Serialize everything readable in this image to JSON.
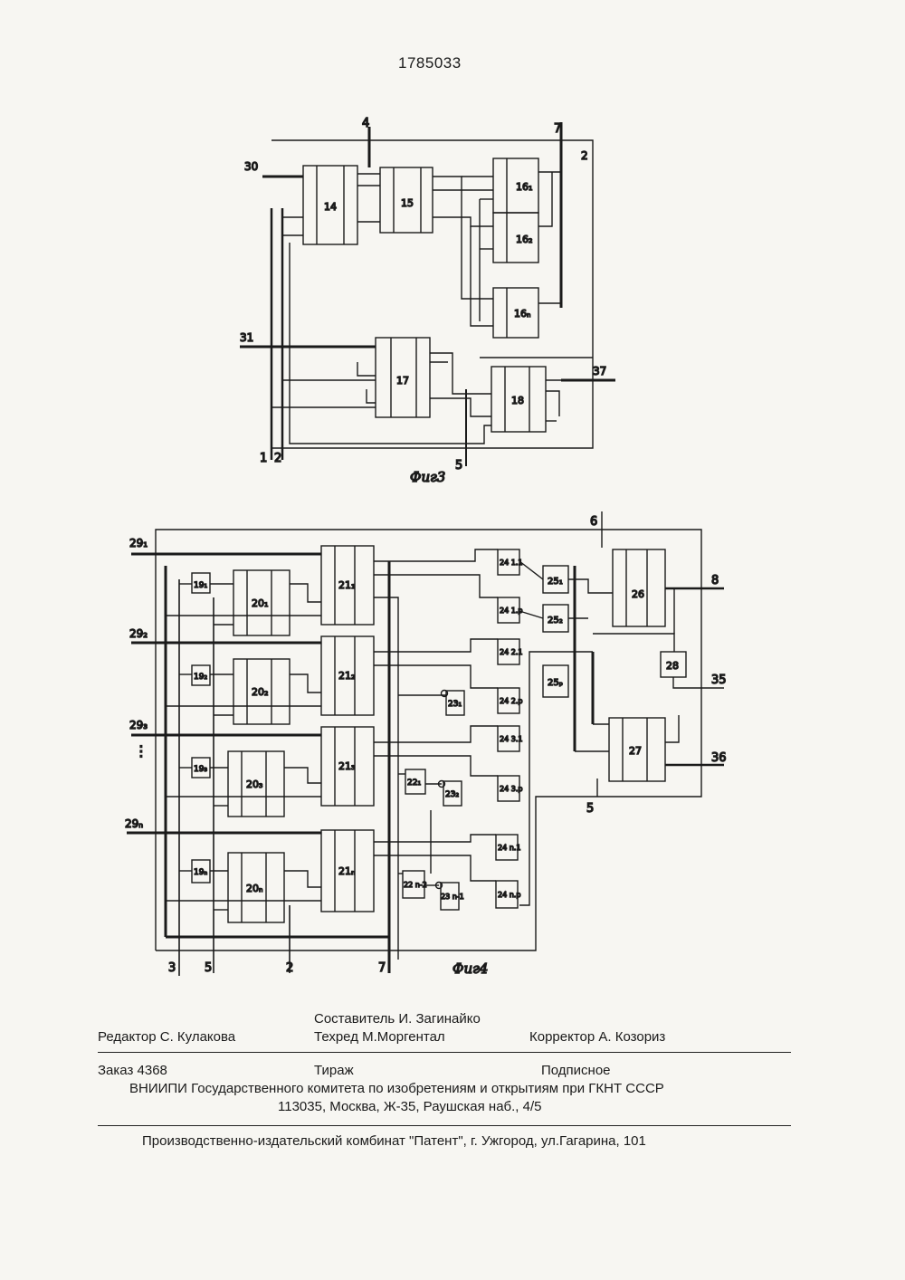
{
  "header": {
    "patent_number": "1785033"
  },
  "fig3": {
    "caption": "Фиг3",
    "blocks": [
      "14",
      "15",
      "16₁",
      "16₂",
      "16ₙ",
      "17",
      "18"
    ],
    "terminals": [
      "4",
      "7",
      "2",
      "30",
      "31",
      "37",
      "1",
      "2",
      "5"
    ]
  },
  "fig4": {
    "caption": "Фиг4",
    "blocks": [
      "19₁",
      "19₂",
      "19₃",
      "19ₙ",
      "20₁",
      "20₂",
      "20₃",
      "20ₙ",
      "21₁",
      "21₂",
      "21₃",
      "21ₙ",
      "22₁",
      "22 n-2",
      "23₁",
      "23₂",
      "23 n-1",
      "24 1.1",
      "24 1.p",
      "24 2.1",
      "24 2.p",
      "24 3.1",
      "24 3.p",
      "24 n.1",
      "24 n.p",
      "25₁",
      "25₂",
      "25ₚ",
      "26",
      "27",
      "28"
    ],
    "inputs": [
      "29₁",
      "29₂",
      "29₃",
      "29ₙ"
    ],
    "terminals": [
      "6",
      "8",
      "35",
      "36",
      "5",
      "3",
      "5",
      "2",
      "7"
    ]
  },
  "imprint": {
    "compiler": "Составитель И. Загинайко",
    "editor": "Редактор С. Кулакова",
    "techred": "Техред М.Моргентал",
    "corrector": "Корректор А. Козориз",
    "order": "Заказ 4368",
    "circulation": "Тираж",
    "subscription": "Подписное",
    "org_line1": "ВНИИПИ Государственного комитета по изобретениям и открытиям при ГКНТ СССР",
    "org_line2": "113035, Москва, Ж-35, Раушская наб., 4/5",
    "printer": "Производственно-издательский комбинат \"Патент\", г. Ужгород, ул.Гагарина, 101"
  }
}
